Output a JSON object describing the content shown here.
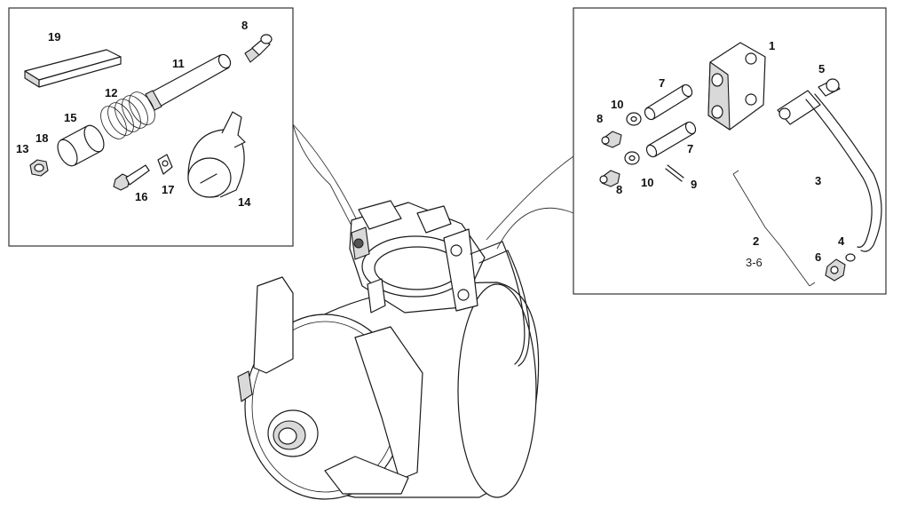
{
  "callouts": {
    "c1": "1",
    "c2": "2",
    "c2_range": "3-6",
    "c3": "3",
    "c4": "4",
    "c5": "5",
    "c6": "6",
    "c7a": "7",
    "c7b": "7",
    "c8_left": "8",
    "c8_right_top": "8",
    "c8_right_bottom": "8",
    "c9": "9",
    "c10a": "10",
    "c10b": "10",
    "c11": "11",
    "c12": "12",
    "c13": "13",
    "c14": "14",
    "c15": "15",
    "c16": "16",
    "c17": "17",
    "c18": "18",
    "c19": "19"
  },
  "colors": {
    "line": "#1a1a1a",
    "frame": "#333333",
    "part_shading": "#d9d9d9",
    "background": "#ffffff"
  }
}
